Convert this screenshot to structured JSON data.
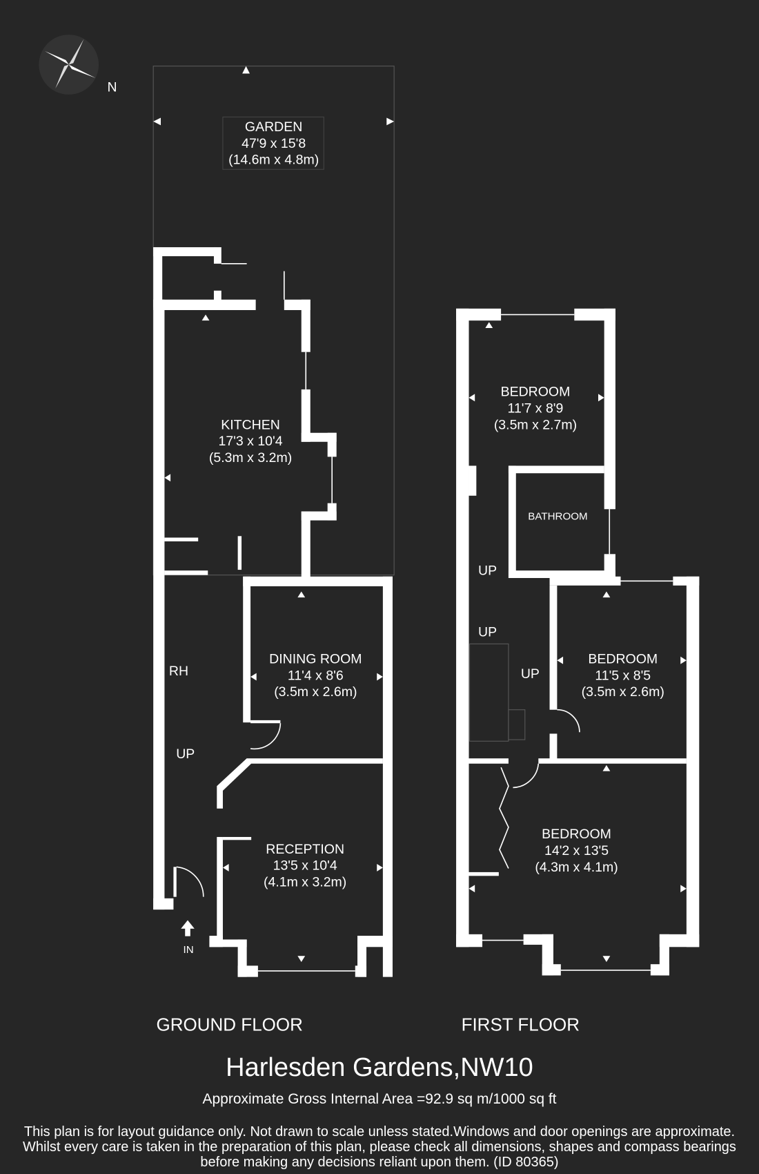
{
  "compass": {
    "label": "N"
  },
  "rooms": {
    "garden": {
      "name": "GARDEN",
      "imperial": "47'9 x 15'8",
      "metric": "(14.6m x 4.8m)"
    },
    "kitchen": {
      "name": "KITCHEN",
      "imperial": "17'3 x 10'4",
      "metric": "(5.3m x 3.2m)"
    },
    "dining": {
      "name": "DINING ROOM",
      "imperial": "11'4 x 8'6",
      "metric": "(3.5m x 2.6m)"
    },
    "reception": {
      "name": "RECEPTION",
      "imperial": "13'5 x 10'4",
      "metric": "(4.1m x 3.2m)"
    },
    "bedroom1": {
      "name": "BEDROOM",
      "imperial": "11'7 x 8'9",
      "metric": "(3.5m x 2.7m)"
    },
    "bathroom": {
      "name": "BATHROOM"
    },
    "bedroom2": {
      "name": "BEDROOM",
      "imperial": "11'5 x 8'5",
      "metric": "(3.5m x 2.6m)"
    },
    "bedroom3": {
      "name": "BEDROOM",
      "imperial": "14'2 x 13'5",
      "metric": "(4.3m x 4.1m)"
    }
  },
  "markers": {
    "rh": "RH",
    "up": "UP",
    "in": "IN"
  },
  "floors": {
    "ground": "GROUND FLOOR",
    "first": "FIRST FLOOR"
  },
  "title": "Harlesden Gardens,NW10",
  "area": "Approximate Gross Internal Area =92.9 sq m/1000 sq ft",
  "disclaimer": "This plan is for layout guidance only. Not drawn to scale unless stated.Windows and door openings are approximate. Whilst every care is taken in the preparation of this plan, please check all dimensions, shapes and compass bearings before making any decisions reliant upon them. (ID 80365)"
}
